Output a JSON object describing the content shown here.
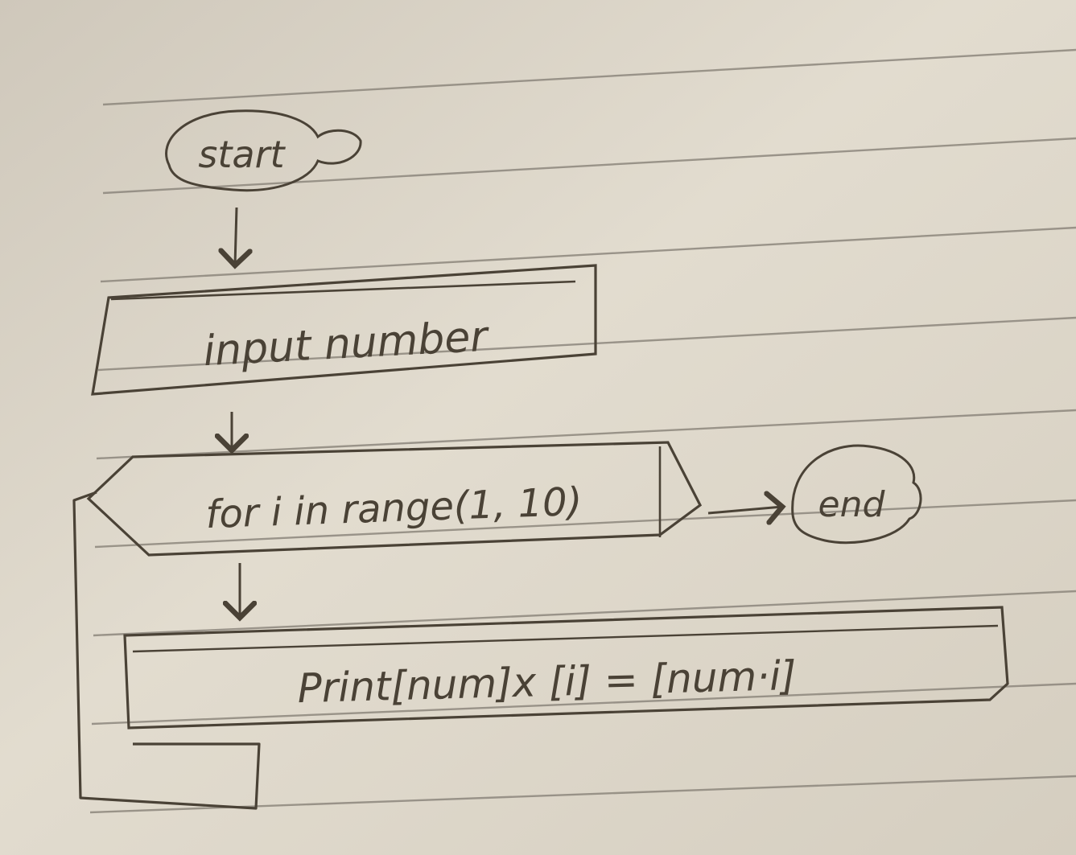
{
  "flowchart": {
    "start_label": "start",
    "input_label": "input number",
    "loop_label": "for i in range(1, 10)",
    "print_label": "Print[num]x [i] = [num·i]",
    "end_label": "end"
  },
  "colors": {
    "paper": "#d8d1c3",
    "rule_line": "#8d877d",
    "ink": "#4a4236"
  }
}
